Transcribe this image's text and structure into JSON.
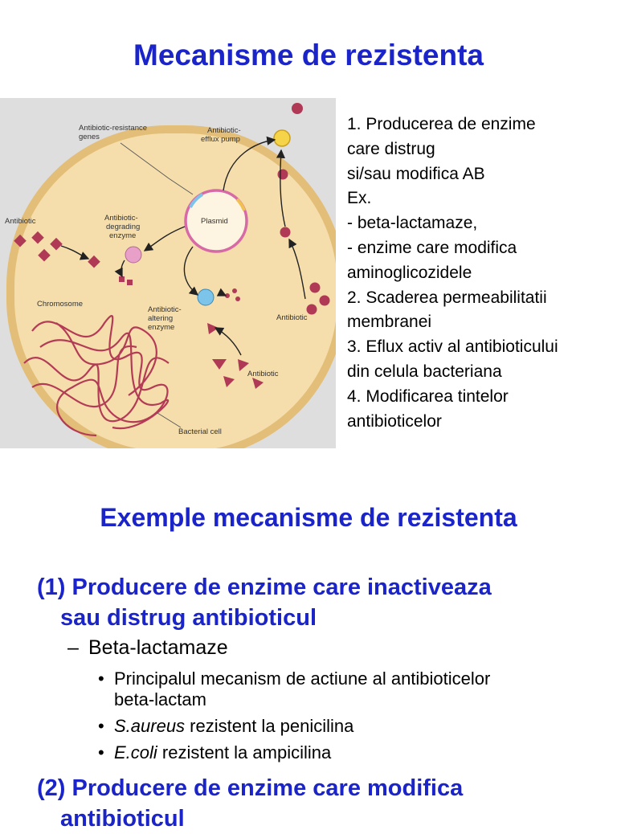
{
  "slide1": {
    "title": "Mecanisme de rezistenta",
    "figure_labels": {
      "resistance_genes_1": "Antibiotic-resistance",
      "resistance_genes_2": "genes",
      "efflux_1": "Antibiotic-",
      "efflux_2": "efflux pump",
      "antibiotic_left": "Antibiotic",
      "degrading_1": "Antibiotic-",
      "degrading_2": "degrading",
      "degrading_3": "enzyme",
      "plasmid": "Plasmid",
      "chromosome": "Chromosome",
      "altering_1": "Antibiotic-",
      "altering_2": "altering",
      "altering_3": "enzyme",
      "antibiotic_right": "Antibiotic",
      "antibiotic_bottom": "Antibiotic",
      "bacterial_cell": "Bacterial cell"
    },
    "list_lines": [
      "1. Producerea de enzime",
      "care distrug",
      "si/sau modifica AB",
      "Ex.",
      "- beta-lactamaze,",
      "- enzime care modifica",
      "aminoglicozidele",
      "2. Scaderea permeabilitatii",
      "membranei",
      "3. Eflux activ al antibioticului",
      "din celula bacteriana",
      "4. Modificarea tintelor",
      "antibioticelor"
    ]
  },
  "slide2": {
    "title": "Exemple mecanisme de rezistenta",
    "heading1_line1": "(1) Producere de enzime care inactiveaza",
    "heading1_line2": "sau distrug antibioticul",
    "dash_mark": "–",
    "dash_item": "Beta-lactamaze",
    "bullet_mark": "•",
    "bullet1_line1": "Principalul mecanism de actiune al antibioticelor",
    "bullet1_line2": "beta-lactam",
    "bullet2_italic": "S.aureus",
    "bullet2_rest": " rezistent la penicilina",
    "bullet3_italic": "E.coli",
    "bullet3_rest": " rezistent la ampicilina",
    "heading2_line1": "(2) Producere de enzime care modifica",
    "heading2_line2": "antibioticul"
  },
  "colors": {
    "heading_blue": "#1a24c8",
    "cell_fill": "#f3d9a2",
    "molecule": "#b03a55",
    "enzyme_pink": "#e8a0c8",
    "enzyme_blue": "#7cc4ea"
  }
}
